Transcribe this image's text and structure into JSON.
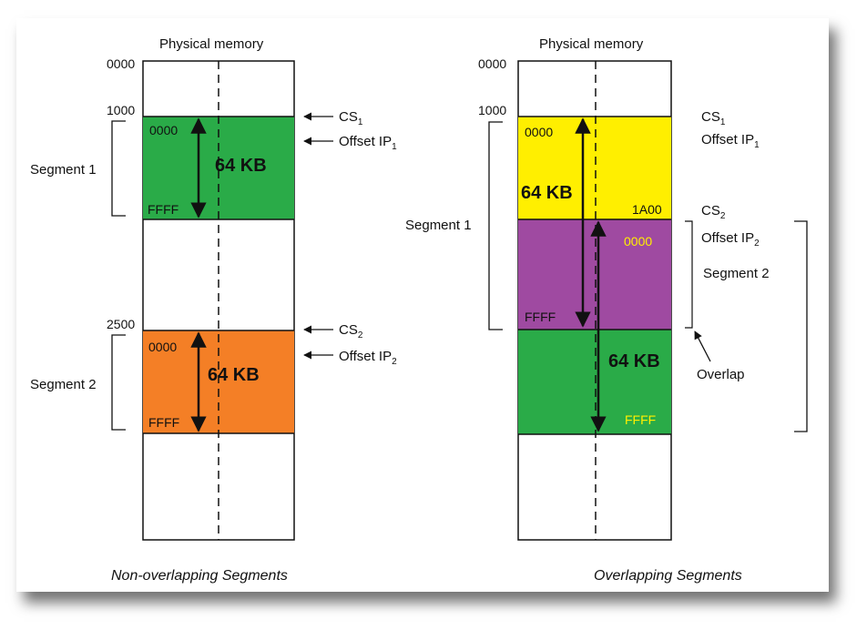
{
  "left": {
    "title": "Physical memory",
    "addresses": [
      "0000",
      "1000",
      "2500"
    ],
    "segment1_label": "Segment 1",
    "segment2_label": "Segment 2",
    "seg1_start": "0000",
    "seg1_end": "FFFF",
    "seg1_size": "64 KB",
    "seg2_start": "0000",
    "seg2_end": "FFFF",
    "seg2_size": "64 KB",
    "cs1": "CS",
    "cs1_sub": "1",
    "ip1": "Offset IP",
    "ip1_sub": "1",
    "cs2": "CS",
    "cs2_sub": "2",
    "ip2": "Offset IP",
    "ip2_sub": "2",
    "caption": "Non-overlapping Segments"
  },
  "right": {
    "title": "Physical memory",
    "addresses": [
      "0000",
      "1000"
    ],
    "segment1_label": "Segment 1",
    "segment2_label": "Segment 2",
    "yellow_start": "0000",
    "yellow_end": "1A00",
    "seg1_size": "64 KB",
    "purple_start": "0000",
    "purple_end": "FFFF",
    "green_size": "64 KB",
    "green_end": "FFFF",
    "cs1": "CS",
    "cs1_sub": "1",
    "ip1": "Offset IP",
    "ip1_sub": "1",
    "cs2": "CS",
    "cs2_sub": "2",
    "ip2": "Offset IP",
    "ip2_sub": "2",
    "overlap": "Overlap",
    "caption": "Overlapping Segments"
  },
  "colors": {
    "green": "#2aab48",
    "orange": "#f47f26",
    "yellow": "#ffef00",
    "purple": "#9f4aa1",
    "yellow_text": "#ffef00",
    "black": "#111111"
  }
}
